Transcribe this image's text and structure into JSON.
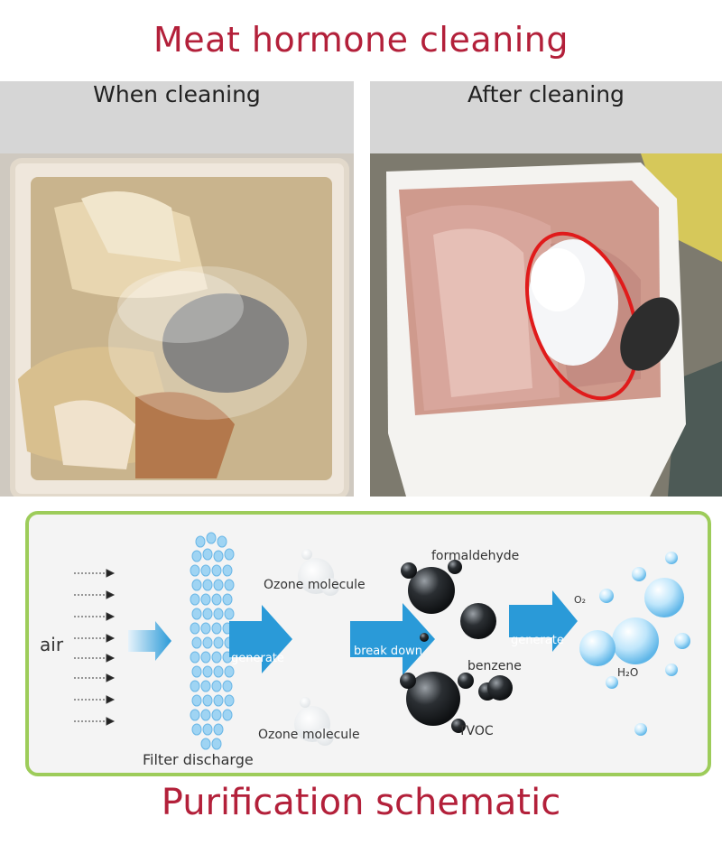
{
  "title_top": "Meat hormone cleaning",
  "title_bottom": "Purification schematic",
  "photos": {
    "left_caption": "When cleaning",
    "right_caption": "After cleaning"
  },
  "schematic": {
    "air": "air",
    "filter_discharge": "Filter discharge",
    "ozone_top": "Ozone molecule",
    "ozone_bottom": "Ozone molecule",
    "generate_1": "generate",
    "break_down": "break down",
    "generate_2": "generate",
    "formaldehyde": "formaldehyde",
    "benzene": "benzene",
    "tvoc": "TVOC",
    "o2": "O₂",
    "h2o": "H₂O"
  },
  "colors": {
    "title": "#b3203a",
    "frame": "#9dcc5a",
    "arrow": "#2e9bd6",
    "bubble": "#8ccbf0"
  }
}
